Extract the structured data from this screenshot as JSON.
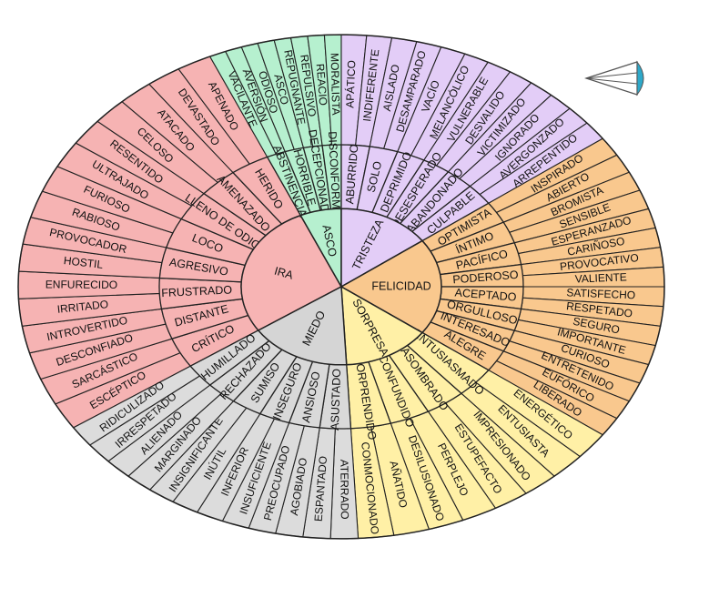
{
  "colors": {
    "ira": {
      "core": "#f7b4b4",
      "ring": "#f6b3b3",
      "outer": "#f6b3b3"
    },
    "asco": {
      "core": "#b6f0cf",
      "ring": "#b6f0cf",
      "outer": "#b6f0cf"
    },
    "tristeza": {
      "core": "#e3cdf7",
      "ring": "#e3cdf7",
      "outer": "#e3cdf7"
    },
    "felicidad": {
      "core": "#f9c88e",
      "ring": "#f9c88e",
      "outer": "#f9c88e"
    },
    "sorpresa": {
      "core": "#fff0a6",
      "ring": "#fff0a6",
      "outer": "#fff0a6"
    },
    "miedo": {
      "core": "#d5d5d5",
      "ring": "#d9d9d9",
      "outer": "#dcdcdc"
    },
    "nav_icon": "#2ea8c9"
  },
  "wheel": [
    {
      "key": "ira",
      "label": "IRA",
      "secondary": [
        {
          "label": "CRÍTICO",
          "tertiary": [
            "ESCÉPTICO",
            "SARCÁSTICO"
          ]
        },
        {
          "label": "DISTANTE",
          "tertiary": [
            "DESCONFIADO",
            "INTROVERTIDO"
          ]
        },
        {
          "label": "FRUSTRADO",
          "tertiary": [
            "IRRITADO",
            "ENFURECIDO"
          ]
        },
        {
          "label": "AGRESIVO",
          "tertiary": [
            "HOSTIL",
            "PROVOCADOR"
          ]
        },
        {
          "label": "LOCO",
          "tertiary": [
            "RABIOSO",
            "FURIOSO"
          ]
        },
        {
          "label": "LLENO DE ODIO",
          "tertiary": [
            "ULTRAJADO",
            "RESENTIDO"
          ]
        },
        {
          "label": "AMENAZADO",
          "tertiary": [
            "CELOSO",
            "ATACADO"
          ]
        },
        {
          "label": "HERIDO",
          "tertiary": [
            "DEVASTADO",
            "APENADO"
          ]
        }
      ]
    },
    {
      "key": "asco",
      "label": "ASCO",
      "secondary": [
        {
          "label": "ABSTINENCIA",
          "tertiary": [
            "VACILANTE",
            "AVERSIÓN"
          ]
        },
        {
          "label": "HORRIBLE",
          "tertiary": [
            "ODIOSO",
            "ASCO"
          ]
        },
        {
          "label": "DECEPCIONADO",
          "tertiary": [
            "REPUGNANTE",
            "REPULSIVO"
          ]
        },
        {
          "label": "DISCONFORME",
          "tertiary": [
            "REACIO",
            "MORALISTA"
          ]
        }
      ]
    },
    {
      "key": "tristeza",
      "label": "TRISTEZA",
      "secondary": [
        {
          "label": "ABURRIDO",
          "tertiary": [
            "APÁTICO",
            "INDIFERENTE"
          ]
        },
        {
          "label": "SOLO",
          "tertiary": [
            "AISLADO",
            "DESAMPARADO"
          ]
        },
        {
          "label": "DEPRIMIDO",
          "tertiary": [
            "VACÍO",
            "MELANCÓLICO"
          ]
        },
        {
          "label": "DESESPERADO",
          "tertiary": [
            "VULNERABLE",
            "DESVALIDO"
          ]
        },
        {
          "label": "ABANDONADO",
          "tertiary": [
            "VICTIMIZADO",
            "IGNORADO"
          ]
        },
        {
          "label": "CULPABLE",
          "tertiary": [
            "AVERGONZADO",
            "ARREPENTIDO"
          ]
        }
      ]
    },
    {
      "key": "felicidad",
      "label": "FELICIDAD",
      "secondary": [
        {
          "label": "OPTIMISTA",
          "tertiary": [
            "INSPIRADO",
            "ABIERTO"
          ]
        },
        {
          "label": "ÍNTIMO",
          "tertiary": [
            "BROMISTA",
            "SENSIBLE"
          ]
        },
        {
          "label": "PACÍFICO",
          "tertiary": [
            "ESPERANZADO",
            "CARIÑOSO"
          ]
        },
        {
          "label": "PODEROSO",
          "tertiary": [
            "PROVOCATIVO",
            "VALIENTE"
          ]
        },
        {
          "label": "ACEPTADO",
          "tertiary": [
            "SATISFECHO",
            "RESPETADO"
          ]
        },
        {
          "label": "ORGULLOSO",
          "tertiary": [
            "SEGURO",
            "IMPORTANTE"
          ]
        },
        {
          "label": "INTERESADO",
          "tertiary": [
            "CURIOSO",
            "ENTRETENIDO"
          ]
        },
        {
          "label": "ALEGRE",
          "tertiary": [
            "EUFÓRICO",
            "LIBERADO"
          ]
        }
      ]
    },
    {
      "key": "sorpresa",
      "label": "SORPRESA",
      "secondary": [
        {
          "label": "ENTUSIASMADO",
          "tertiary": [
            "ENERGÉTICO",
            "ENTUSIASTA"
          ]
        },
        {
          "label": "ASOMBRADO",
          "tertiary": [
            "IMPRESIONADO",
            "ESTUPEFACTO"
          ]
        },
        {
          "label": "CONFUNDIDO",
          "tertiary": [
            "PERPLEJO",
            "DESILUSIONADO"
          ]
        },
        {
          "label": "SORPRENDIDO",
          "tertiary": [
            "AÑATIDO",
            "CONMOCIONADO"
          ]
        }
      ]
    },
    {
      "key": "miedo",
      "label": "MIEDO",
      "secondary": [
        {
          "label": "ASUSTADO",
          "tertiary": [
            "ATERRADO",
            "ESPANTADO"
          ]
        },
        {
          "label": "ANSIOSO",
          "tertiary": [
            "AGOBIADO",
            "PREOCUPADO"
          ]
        },
        {
          "label": "INSEGURO",
          "tertiary": [
            "INSUFICIENTE",
            "INFERIOR"
          ]
        },
        {
          "label": "SUMISO",
          "tertiary": [
            "INÚTIL",
            "INSIGNIFICANTE"
          ]
        },
        {
          "label": "RECHAZADO",
          "tertiary": [
            "MARGINADO",
            "ALIENADO"
          ]
        },
        {
          "label": "HUMILLADO",
          "tertiary": [
            "IRRESPETADO",
            "RIDICULIZADO"
          ]
        }
      ]
    }
  ],
  "nav_icon": "paper-plane-icon"
}
